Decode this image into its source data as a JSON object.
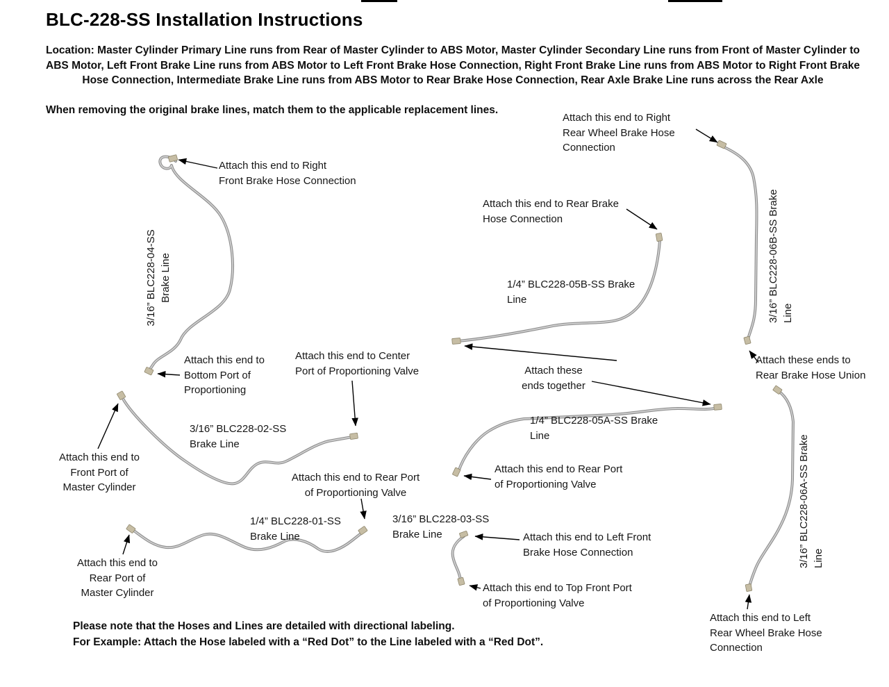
{
  "title": "BLC-228-SS Installation Instructions",
  "intro": {
    "location": "Location: Master Cylinder Primary Line runs from Rear of Master Cylinder to ABS Motor, Master Cylinder Secondary Line runs from Front of Master Cylinder to ABS Motor, Left Front Brake Line runs from ABS Motor to Left Front Brake Hose Connection, Right Front Brake Line runs from ABS Motor to Right Front Brake Hose Connection, Intermediate Brake Line runs from ABS Motor to Rear Brake Hose Connection, Rear Axle Brake Line runs across the Rear Axle",
    "match_note": "When removing the original brake lines, match them to the applicable replacement lines."
  },
  "line_labels": {
    "blc228_04": "3/16” BLC228-04-SS\nBrake Line",
    "blc228_05b": "1/4” BLC228-05B-SS Brake\nLine",
    "blc228_06b": "3/16” BLC228-06B-SS Brake\nLine",
    "blc228_02": "3/16” BLC228-02-SS\nBrake Line",
    "blc228_05a": "1/4” BLC228-05A-SS Brake\nLine",
    "blc228_06a": "3/16” BLC228-06A-SS Brake\nLine",
    "blc228_01": "1/4” BLC228-01-SS\nBrake Line",
    "blc228_03": "3/16” BLC228-03-SS\nBrake Line"
  },
  "callouts": {
    "right_front_hose": "Attach this end to Right\nFront Brake Hose Connection",
    "right_rear_wheel_hose": "Attach this end to Right\nRear Wheel Brake Hose\nConnection",
    "rear_brake_hose": "Attach this end to Rear Brake\nHose Connection",
    "bottom_port_proportioning": "Attach this end to\nBottom Port of\nProportioning",
    "center_port_proportioning": "Attach this end to Center\nPort of Proportioning Valve",
    "ends_together": "Attach these\nends together",
    "rear_brake_hose_union": "Attach these ends to\nRear Brake Hose Union",
    "front_port_master_cylinder": "Attach this end to\nFront Port of\nMaster Cylinder",
    "rear_port_proportioning_left": "Attach this end to Rear Port\nof Proportioning Valve",
    "rear_port_proportioning_right": "Attach this end to Rear Port\nof Proportioning Valve",
    "left_front_hose": "Attach this end to Left Front\nBrake Hose Connection",
    "rear_port_master_cylinder": "Attach this end to\nRear Port of\nMaster Cylinder",
    "top_front_port_proportioning": "Attach this end to Top Front Port\nof Proportioning Valve",
    "left_rear_wheel_hose": "Attach this end to Left\nRear Wheel Brake Hose\nConnection"
  },
  "footer": {
    "note_line1": "Please note that the Hoses and Lines are detailed with directional labeling.",
    "note_line2": "For Example: Attach the Hose labeled with a “Red Dot” to the Line labeled with a “Red Dot”."
  },
  "colors": {
    "brake_line_outer": "#8f8f8f",
    "brake_line_inner": "#d2d2d2",
    "fitting_fill": "#c6bda4",
    "arrow": "#000000",
    "text": "#161616"
  }
}
